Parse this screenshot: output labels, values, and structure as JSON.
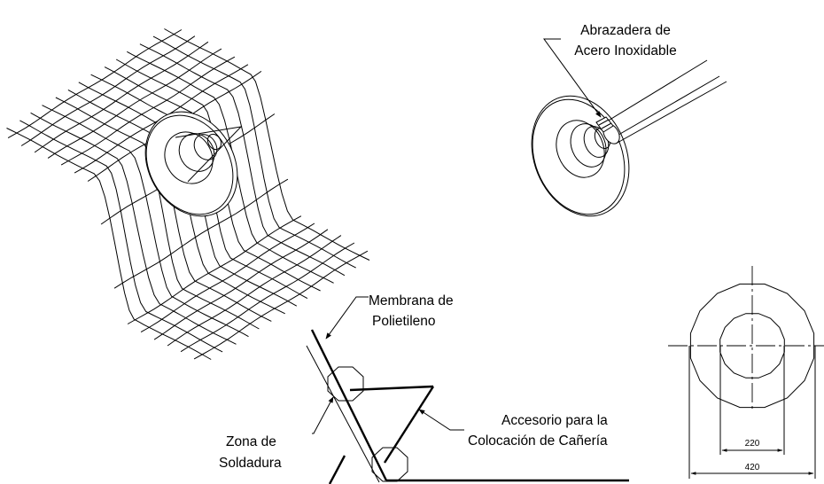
{
  "labels": {
    "clamp_line1": "Abrazadera de",
    "clamp_line2": "Acero Inoxidable",
    "membrane_line1": "Membrana de",
    "membrane_line2": "Polietileno",
    "weld_line1": "Zona de",
    "weld_line2": "Soldadura",
    "accessory_line1": "Accesorio para la",
    "accessory_line2": "Colocación de Cañería"
  },
  "dimensions": {
    "inner_diameter": "220",
    "outer_diameter": "420"
  }
}
